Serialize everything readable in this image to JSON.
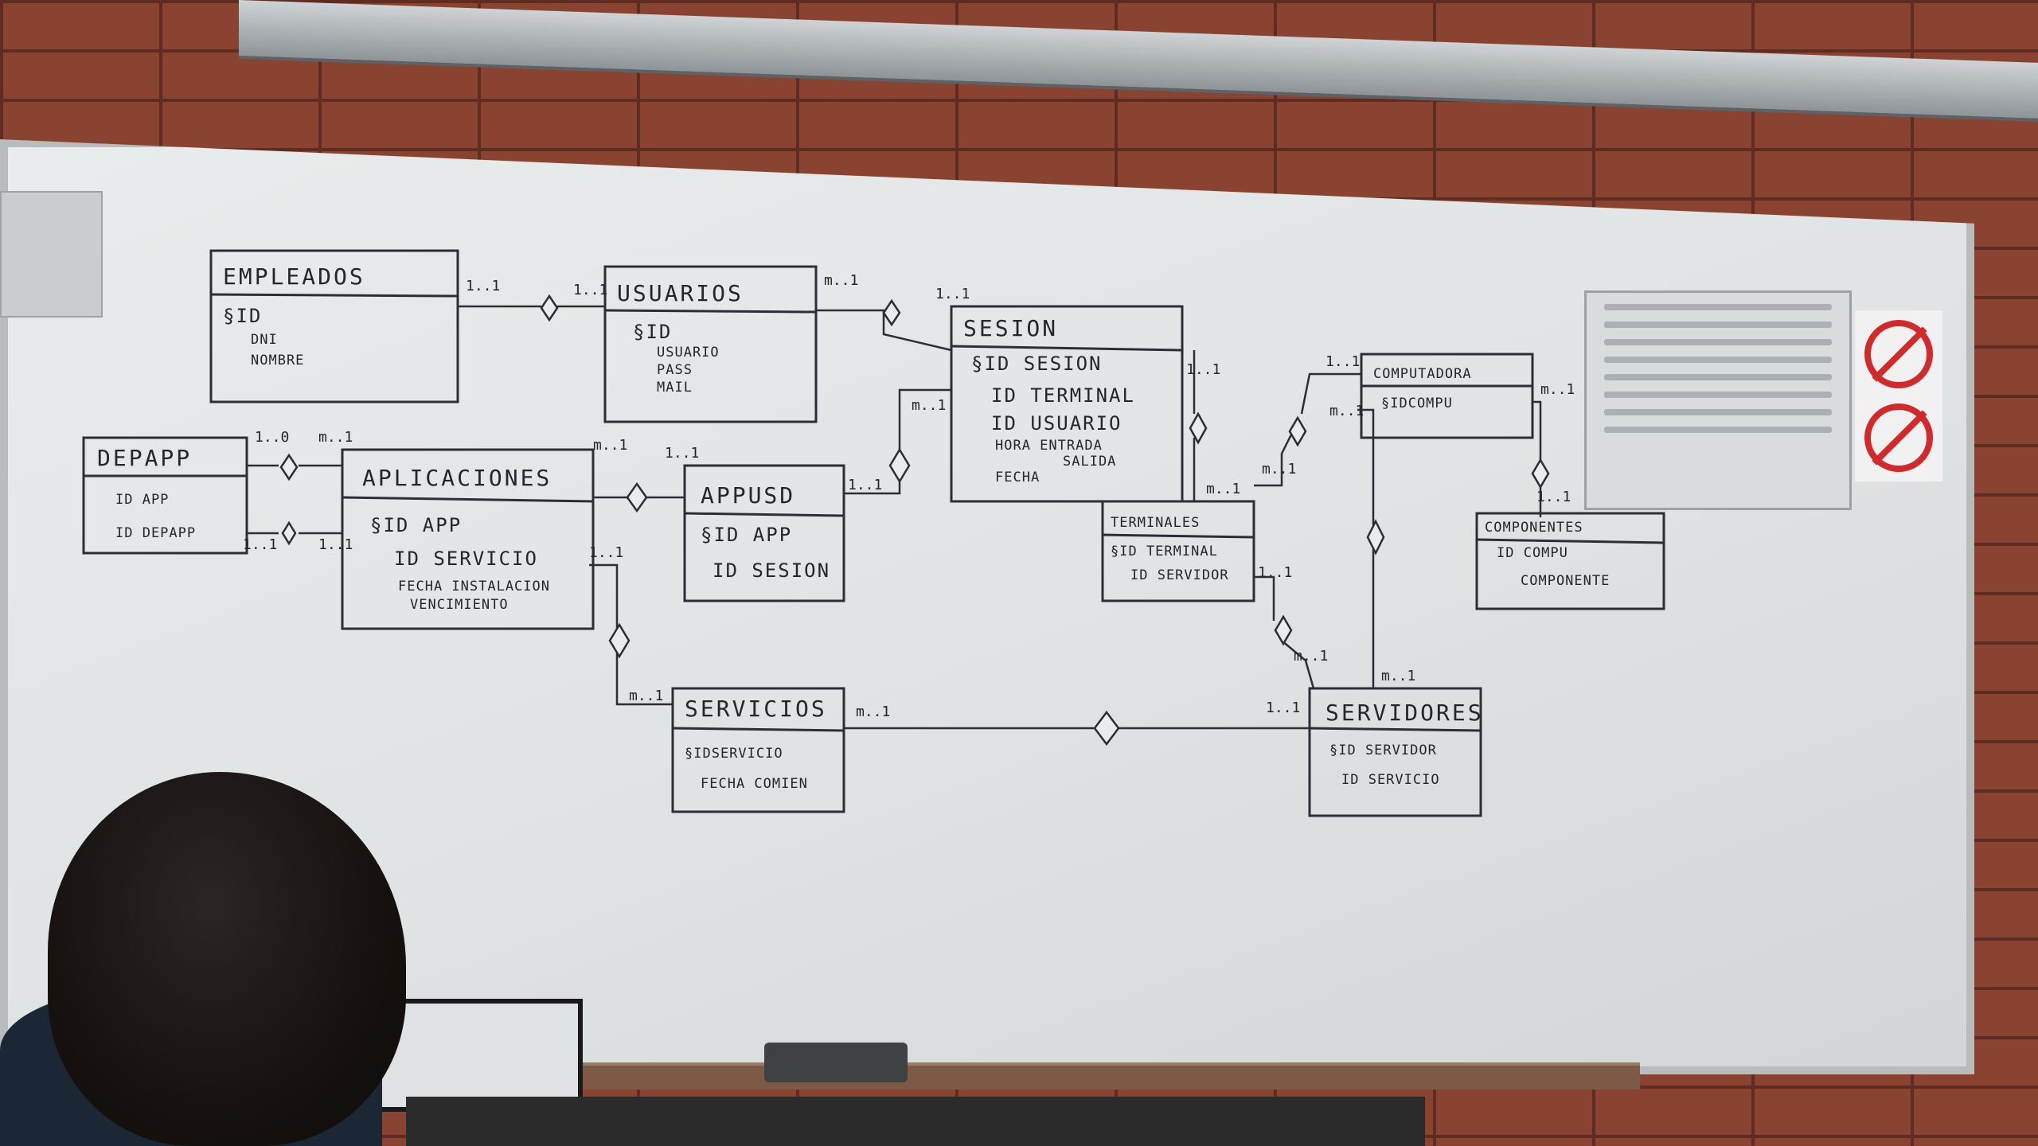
{
  "board": {
    "entities": [
      {
        "id": "empleados",
        "title": "EMPLEADOS",
        "attrs": [
          "§ID",
          "DNI",
          "NOMBRE"
        ]
      },
      {
        "id": "usuarios",
        "title": "USUARIOS",
        "attrs": [
          "§ID",
          "USUARIO",
          "PASS",
          "MAIL"
        ]
      },
      {
        "id": "sesion",
        "title": "SESION",
        "attrs": [
          "§ID SESION",
          "ID TERMINAL",
          "ID USUARIO",
          "HORA ENTRADA",
          "SALIDA",
          "FECHA"
        ]
      },
      {
        "id": "depapp",
        "title": "DEPAPP",
        "attrs": [
          "ID APP",
          "ID DEPAPP"
        ]
      },
      {
        "id": "aplicaciones",
        "title": "APLICACIONES",
        "attrs": [
          "§ID APP",
          "ID SERVICIO",
          "FECHA INSTALACION",
          "VENCIMIENTO"
        ]
      },
      {
        "id": "appusd",
        "title": "APPUSD",
        "attrs": [
          "§ID APP",
          "ID SESION"
        ]
      },
      {
        "id": "terminales",
        "title": "TERMINALES",
        "attrs": [
          "§ID TERMINAL",
          "ID SERVIDOR"
        ]
      },
      {
        "id": "computadora",
        "title": "COMPUTADORA",
        "attrs": [
          "§IDCOMPU"
        ]
      },
      {
        "id": "componentes",
        "title": "COMPONENTES",
        "attrs": [
          "ID COMPU",
          "COMPONENTE"
        ]
      },
      {
        "id": "servicios",
        "title": "SERVICIOS",
        "attrs": [
          "§IDSERVICIO",
          "FECHA COMIEN"
        ]
      },
      {
        "id": "servidores",
        "title": "SERVIDORES",
        "attrs": [
          "§ID SERVIDOR",
          "ID SERVICIO"
        ]
      }
    ],
    "cardinalities": {
      "emp_a": "1..1",
      "emp_b": "1..1",
      "usu_ses_a": "m..1",
      "usu_ses_b": "1..1",
      "ses_app_a": "m..1",
      "ses_app_b": "1..1",
      "dep_a": "1..0",
      "dep_b": "m..1",
      "dep_c": "1..1",
      "dep_d": "1..1",
      "apl_app_a": "m..1",
      "apl_app_b": "1..1",
      "apl_serv_a": "1..1",
      "apl_serv_b": "m..1",
      "ses_term_a": "1..1",
      "ses_term_b": "m..1",
      "term_comp_a": "m..1",
      "term_comp_b": "1..1",
      "comp_compo_a": "m..1",
      "comp_compo_b": "1..1",
      "comp_srv": "m..1",
      "term_srv_a": "1..1",
      "term_srv_b": "m..1",
      "serv_srv_a": "m..1",
      "serv_srv_b": "1..1",
      "srv_top": "m..1"
    }
  },
  "colors": {
    "marker": "#2a2f35",
    "board": "#e9ecec",
    "brick": "#8a4330"
  }
}
